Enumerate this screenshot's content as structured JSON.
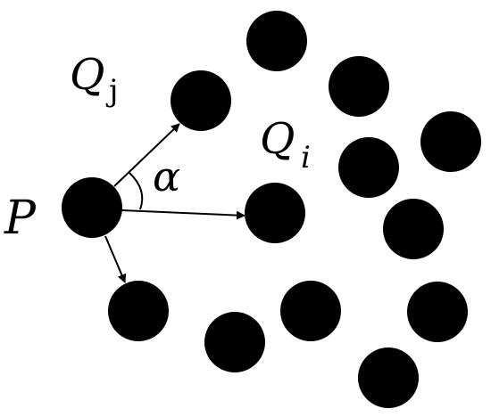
{
  "labels": {
    "p": "P",
    "qj": {
      "base": "Q",
      "sub": "j"
    },
    "qi": {
      "base": "Q",
      "sub": "i"
    },
    "alpha": "α"
  },
  "colors": {
    "ink": "#000000",
    "background": "#ffffff"
  }
}
